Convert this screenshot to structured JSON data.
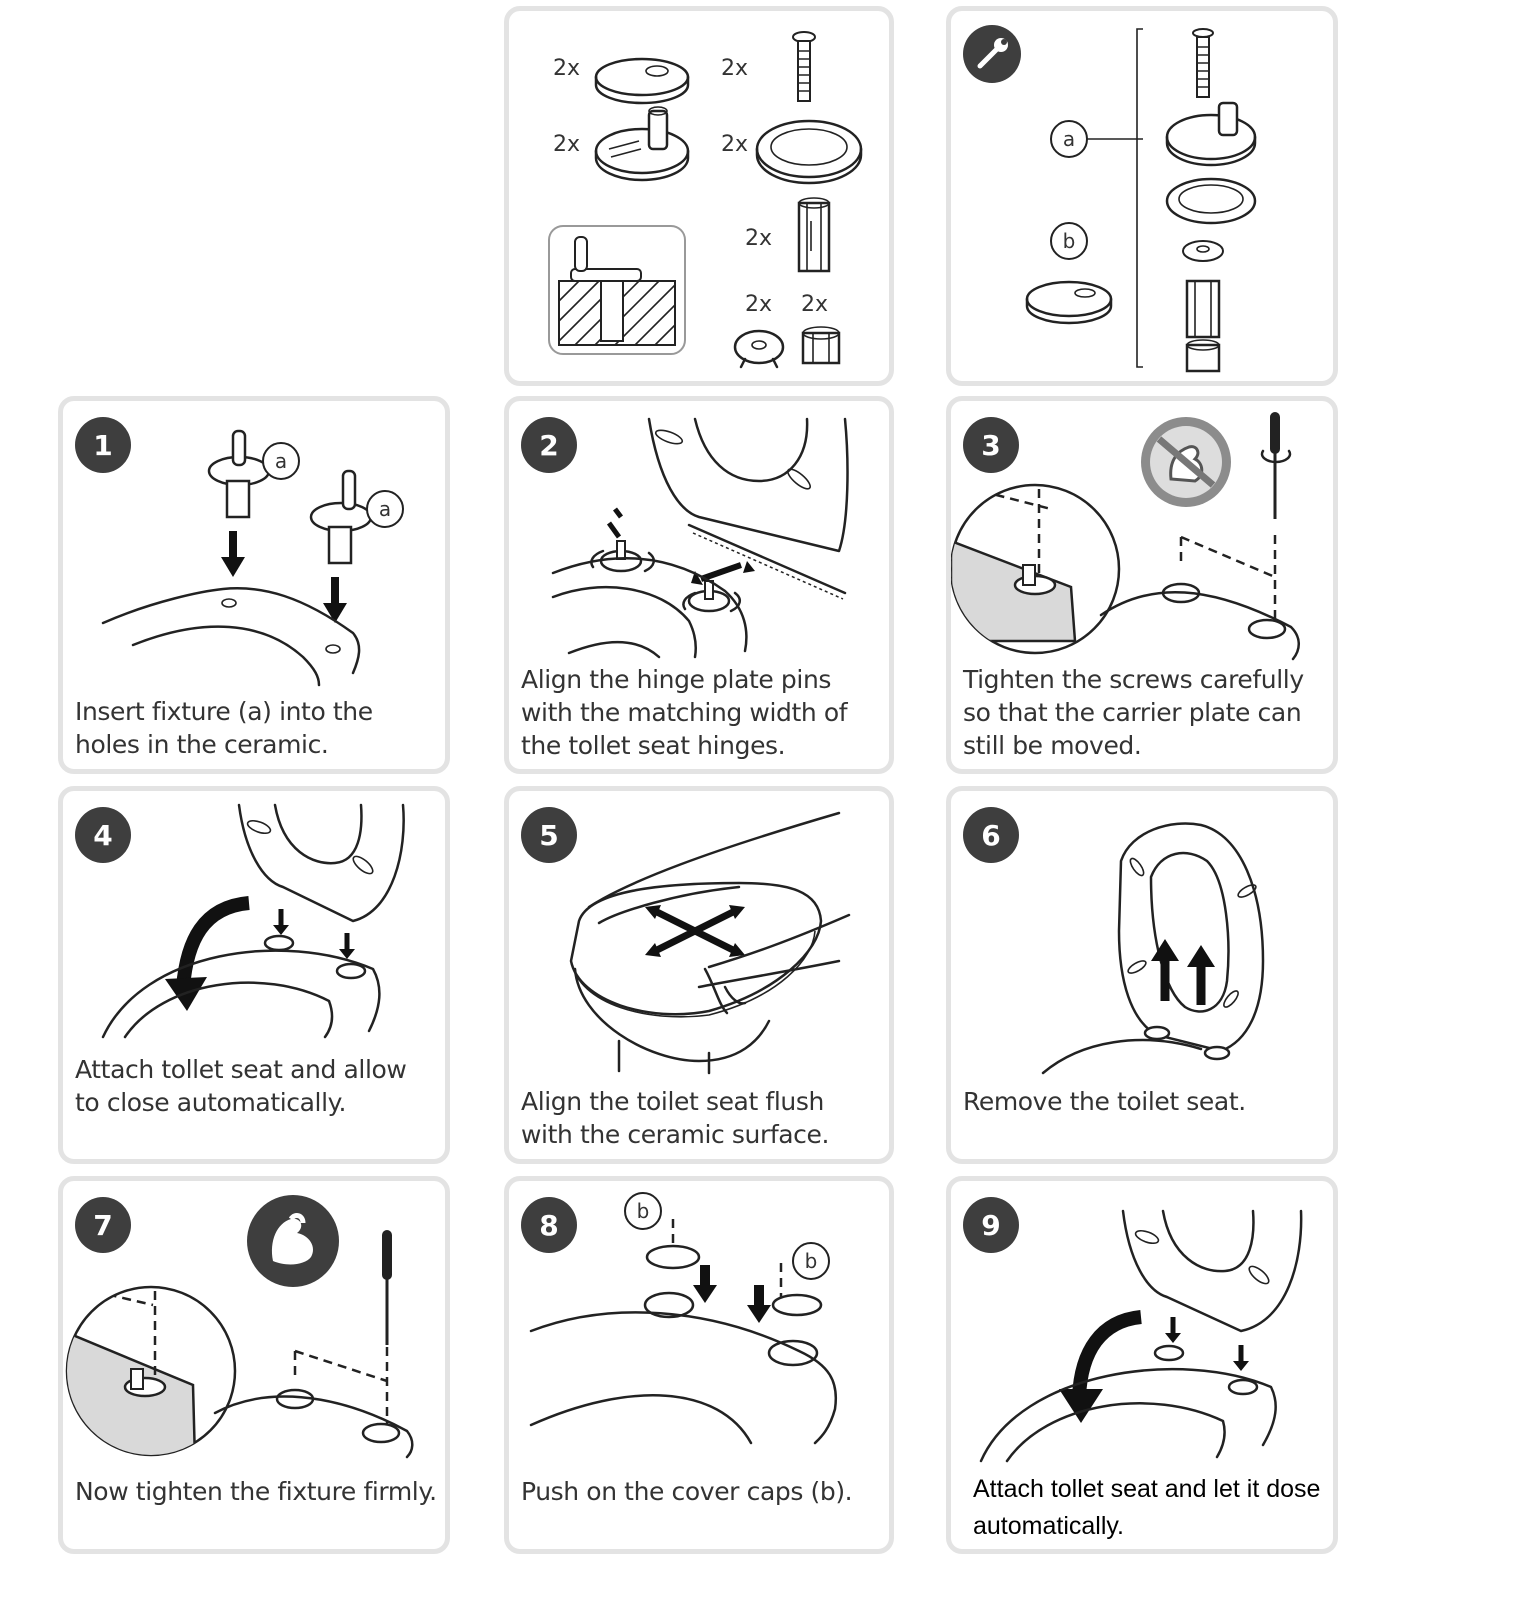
{
  "parts_panel": {
    "quantities": [
      "2x",
      "2x",
      "2x",
      "2x",
      "2x",
      "2x",
      "2x"
    ]
  },
  "exploded_panel": {
    "icon": "wrench-icon",
    "part_labels": [
      "a",
      "b"
    ]
  },
  "steps": [
    {
      "number": "1",
      "caption": "Insert fixture (a) into the holes in the ceramic.",
      "labels": [
        "a",
        "a"
      ]
    },
    {
      "number": "2",
      "caption": "Align the hinge plate pins with the matching width of the tollet seat hinges."
    },
    {
      "number": "3",
      "caption": "Tighten the screws carefully so that the carrier plate can still be moved.",
      "icon": "no-strength-icon"
    },
    {
      "number": "4",
      "caption": "Attach tollet seat and allow to close automatically."
    },
    {
      "number": "5",
      "caption": "Align the toilet seat flush with the ceramic surface."
    },
    {
      "number": "6",
      "caption": "Remove the toilet seat."
    },
    {
      "number": "7",
      "caption": "Now tighten the fixture firmly.",
      "icon": "flexed-arm-icon"
    },
    {
      "number": "8",
      "caption": "Push on the cover caps (b).",
      "labels": [
        "b",
        "b"
      ]
    },
    {
      "number": "9",
      "caption": "Attach tollet seat and let it dose automatically."
    }
  ]
}
